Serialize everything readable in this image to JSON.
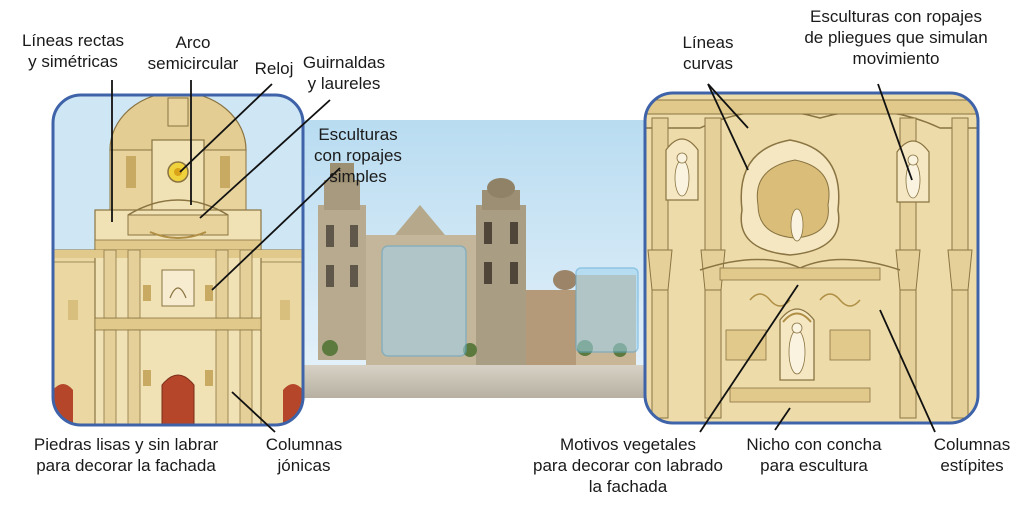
{
  "colors": {
    "sky": "#cfe6f4",
    "stone_light": "#f1e2b5",
    "stone_mid": "#e1c98c",
    "stone_dark": "#c9aa63",
    "outline": "#8a7442",
    "frame_border": "#3f63a8",
    "door_red": "#b5462a",
    "highlight_blue": "#8fc7e3"
  },
  "left_labels": {
    "lineas_rectas": "Líneas rectas\ny simétricas",
    "arco": "Arco\nsemicircular",
    "reloj": "Reloj",
    "guirnaldas": "Guirnaldas\ny laureles",
    "esculturas_simples": "Esculturas\ncon ropajes\nsimples",
    "piedras": "Piedras lisas y sin labrar\npara decorar la fachada",
    "columnas_jonicas": "Columnas\njónicas"
  },
  "right_labels": {
    "lineas_curvas": "Líneas\ncurvas",
    "esculturas_pliegues": "Esculturas con ropajes\nde pliegues que simulan\nmovimiento",
    "motivos": "Motivos vegetales\npara decorar con labrado\nla fachada",
    "nicho": "Nicho con concha\npara escultura",
    "estipites": "Columnas\nestípites"
  }
}
